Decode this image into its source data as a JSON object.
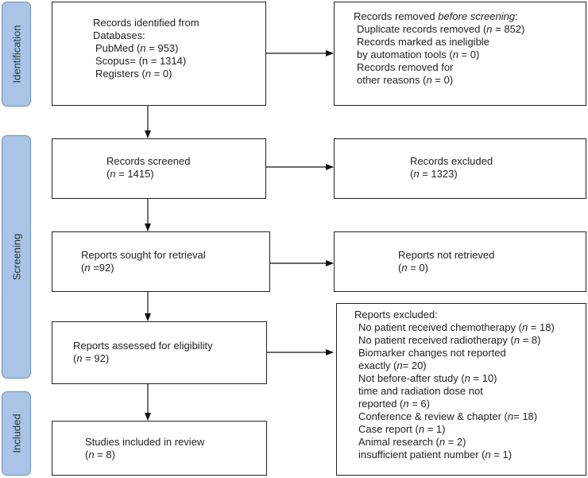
{
  "phases": {
    "identification": "Identification",
    "screening": "Screening",
    "included": "Included"
  },
  "boxes": {
    "identified": {
      "line1": "Records identified from",
      "line2": "Databases:",
      "pubmed_pre": "PubMed (",
      "pubmed_n": "n",
      "pubmed_post": " = 953)",
      "scopus": "Scopus= (n = 1314)",
      "registers_pre": "Registers (",
      "registers_n": "n",
      "registers_post": " = 0)"
    },
    "removed": {
      "title_pre": "Records removed ",
      "title_em": "before screening",
      "title_post": ":",
      "dup_pre": "Duplicate records removed (",
      "dup_n": "n",
      "dup_post": " = 852)",
      "inel1": "Records marked as ineligible",
      "inel2_pre": "by automation tools (",
      "inel2_n": "n",
      "inel2_post": " = 0)",
      "other1": "Records removed for",
      "other2_pre": "other reasons (",
      "other2_n": "n",
      "other2_post": " = 0)"
    },
    "screened": {
      "line1": "Records screened",
      "line2_pre": "(",
      "line2_n": "n",
      "line2_post": " = 1415)"
    },
    "excluded": {
      "line1": "Records excluded",
      "line2_pre": "(",
      "line2_n": "n",
      "line2_post": " = 1323)"
    },
    "sought": {
      "line1": "Reports sought for retrieval",
      "line2_pre": "(",
      "line2_n": "n",
      "line2_post": " =92)"
    },
    "not_retrieved": {
      "line1": "Reports not retrieved",
      "line2_pre": "(",
      "line2_n": "n",
      "line2_post": " = 0)"
    },
    "assessed": {
      "line1": "Reports assessed for eligibility",
      "line2_pre": "(",
      "line2_n": "n",
      "line2_post": " = 92)"
    },
    "reports_excluded": {
      "title": "Reports excluded:",
      "r1_pre": "No patient received chemotherapy (",
      "r1_n": "n",
      "r1_post": " = 18)",
      "r2_pre": "No patient received radiotherapy (",
      "r2_n": "n",
      "r2_post": " = 8)",
      "r3": "Biomarker changes not reported",
      "r4_pre": "exactly (",
      "r4_n": "n",
      "r4_post": "= 20)",
      "r5_pre": "Not before-after study (",
      "r5_n": "n",
      "r5_post": " = 10)",
      "r6": "time and radiation dose not",
      "r7_pre": "reported (",
      "r7_n": "n",
      "r7_post": " = 6)",
      "r8_pre": "Conference & review & chapter (",
      "r8_n": "n",
      "r8_post": "= 18)",
      "r9_pre": "Case report (",
      "r9_n": "n",
      "r9_post": " = 1)",
      "r10_pre": "Animal research (",
      "r10_n": "n",
      "r10_post": " = 2)",
      "r11_pre": "insufficient patient number (",
      "r11_n": "n",
      "r11_post": " = 1)"
    },
    "included": {
      "line1": "Studies included in review",
      "line2_pre": "(",
      "line2_n": "n",
      "line2_post": " = 8)"
    }
  }
}
